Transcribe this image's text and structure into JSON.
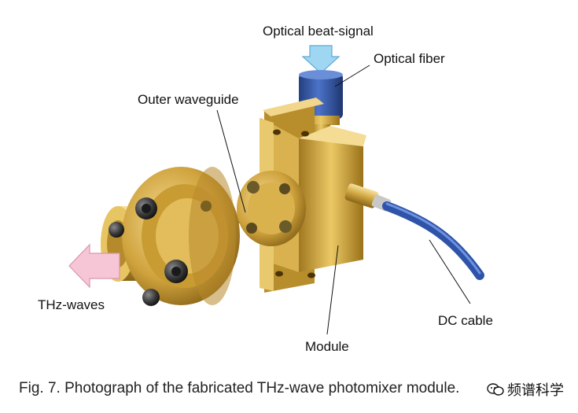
{
  "labels": {
    "optical_beat_signal": "Optical beat-signal",
    "optical_fiber": "Optical fiber",
    "outer_waveguide": "Outer waveguide",
    "thz_waves": "THz-waves",
    "dc_cable": "DC cable",
    "module": "Module"
  },
  "caption": "Fig. 7.   Photograph of the fabricated THz-wave photomixer module.",
  "watermark": "频谱科学",
  "colors": {
    "gold_light": "#f3d88a",
    "gold_mid": "#c9a23a",
    "gold_dark": "#7a5a12",
    "fiber_blue": "#2e4f9a",
    "cable_blue": "#3f66c2",
    "arrow_in": "#9fd6f2",
    "arrow_out": "#f6c6d6"
  }
}
